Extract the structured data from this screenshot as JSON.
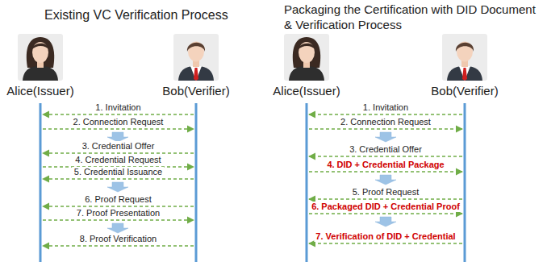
{
  "diagram": {
    "nodes": [
      {
        "text": [
          "Alice(Issuer)"
        ]
      },
      {
        "text": [
          "Bob(Verifier)"
        ]
      },
      {
        "text": [
          "Alice(Issuer)"
        ]
      },
      {
        "text": [
          "Bob(Verifier)"
        ]
      }
    ],
    "edges": [
      {
        "from": 1,
        "to": 0,
        "arrow": "to",
        "label": "1. Invitation"
      },
      {
        "from": 0,
        "to": 1,
        "arrow": "to",
        "label": "2. Connection Request"
      },
      {
        "from": 1,
        "to": 0,
        "arrow": "to",
        "label": "3. Credential Offer"
      },
      {
        "from": 0,
        "to": 1,
        "arrow": "to",
        "label": "4. Credential Request"
      },
      {
        "from": 1,
        "to": 0,
        "arrow": "to",
        "label": "5. Credential Issuance"
      },
      {
        "from": 1,
        "to": 0,
        "arrow": "to",
        "label": "6. Proof Request"
      },
      {
        "from": 0,
        "to": 1,
        "arrow": "to",
        "label": "7. Proof Presentation"
      },
      {
        "from": 1,
        "to": 0,
        "arrow": "to",
        "label": "8. Proof Verification"
      },
      {
        "from": 3,
        "to": 2,
        "arrow": "to",
        "label": "1. Invitation"
      },
      {
        "from": 2,
        "to": 3,
        "arrow": "to",
        "label": "2. Connection Request"
      },
      {
        "from": 3,
        "to": 2,
        "arrow": "to",
        "label": "3. Credential Offer"
      },
      {
        "from": 2,
        "to": 3,
        "arrow": "to",
        "label": "4. DID + Credential Package"
      },
      {
        "from": 3,
        "to": 2,
        "arrow": "to",
        "label": "5. Proof Request"
      },
      {
        "from": 2,
        "to": 3,
        "arrow": "to",
        "label": "6. Packaged DID + Credential Proof"
      },
      {
        "from": 3,
        "to": 2,
        "arrow": "to",
        "label": "7. Verification of DID + Credential"
      }
    ],
    "labels": [
      "Existing VC Verification Process",
      "Packaging the Certification with DID Document & Verification Process"
    ]
  }
}
